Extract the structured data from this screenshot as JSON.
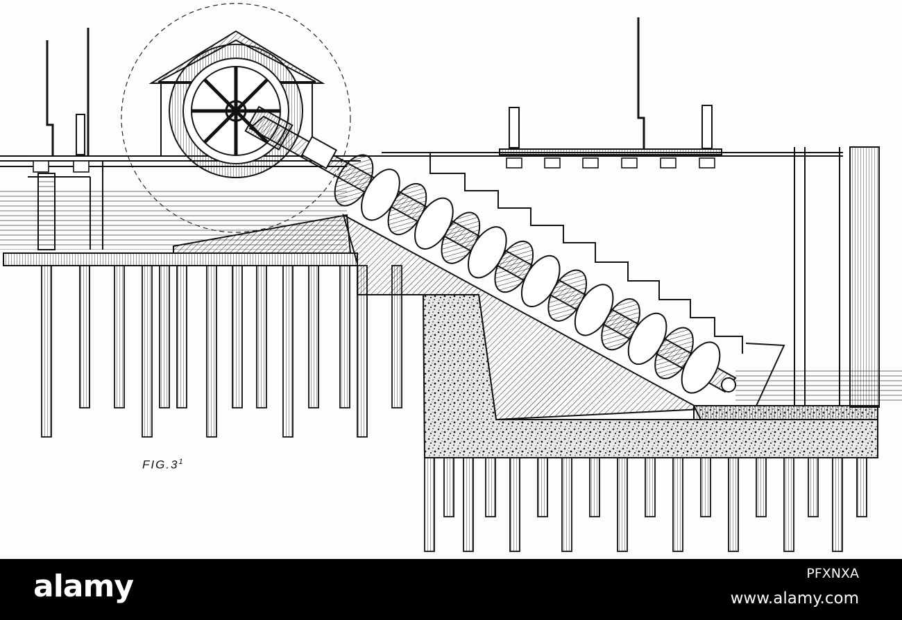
{
  "figure": {
    "label": "FIG.3",
    "label_superscript": "1"
  },
  "footer": {
    "logo": "alamy",
    "image_id": "PFXNXA",
    "site": "www.alamy.com"
  },
  "colors": {
    "ink": "#111111",
    "paper": "#fdfdfd",
    "footer_bg": "#000000",
    "footer_text": "#ffffff"
  }
}
